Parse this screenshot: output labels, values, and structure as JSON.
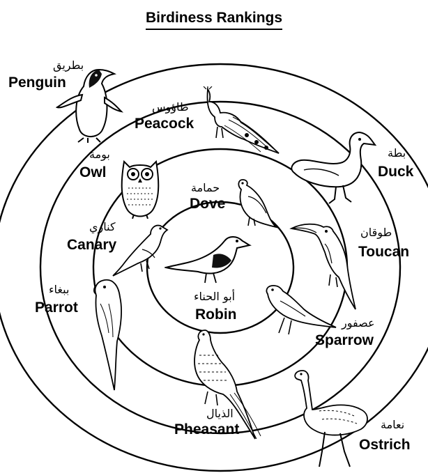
{
  "title": "Birdiness Rankings",
  "colors": {
    "line": "#000000",
    "background": "#ffffff"
  },
  "rings": [
    "center",
    "inner",
    "middle",
    "outer",
    "outermost"
  ],
  "birds": [
    {
      "id": "robin",
      "en": "Robin",
      "ar": "أبو الحناء",
      "ring": "center"
    },
    {
      "id": "dove",
      "en": "Dove",
      "ar": "حمامة",
      "ring": "inner"
    },
    {
      "id": "canary",
      "en": "Canary",
      "ar": "كناري",
      "ring": "inner"
    },
    {
      "id": "toucan",
      "en": "Toucan",
      "ar": "طوقان",
      "ring": "inner"
    },
    {
      "id": "sparrow",
      "en": "Sparrow",
      "ar": "عصفور",
      "ring": "inner"
    },
    {
      "id": "owl",
      "en": "Owl",
      "ar": "بومة",
      "ring": "middle"
    },
    {
      "id": "parrot",
      "en": "Parrot",
      "ar": "ببغاء",
      "ring": "middle"
    },
    {
      "id": "pheasant",
      "en": "Pheasant",
      "ar": "الذيال",
      "ring": "middle"
    },
    {
      "id": "peacock",
      "en": "Peacock",
      "ar": "طاؤوس",
      "ring": "outer"
    },
    {
      "id": "duck",
      "en": "Duck",
      "ar": "بطة",
      "ring": "outer"
    },
    {
      "id": "penguin",
      "en": "Penguin",
      "ar": "بطريق",
      "ring": "outermost"
    },
    {
      "id": "ostrich",
      "en": "Ostrich",
      "ar": "نعامة",
      "ring": "outermost"
    }
  ]
}
